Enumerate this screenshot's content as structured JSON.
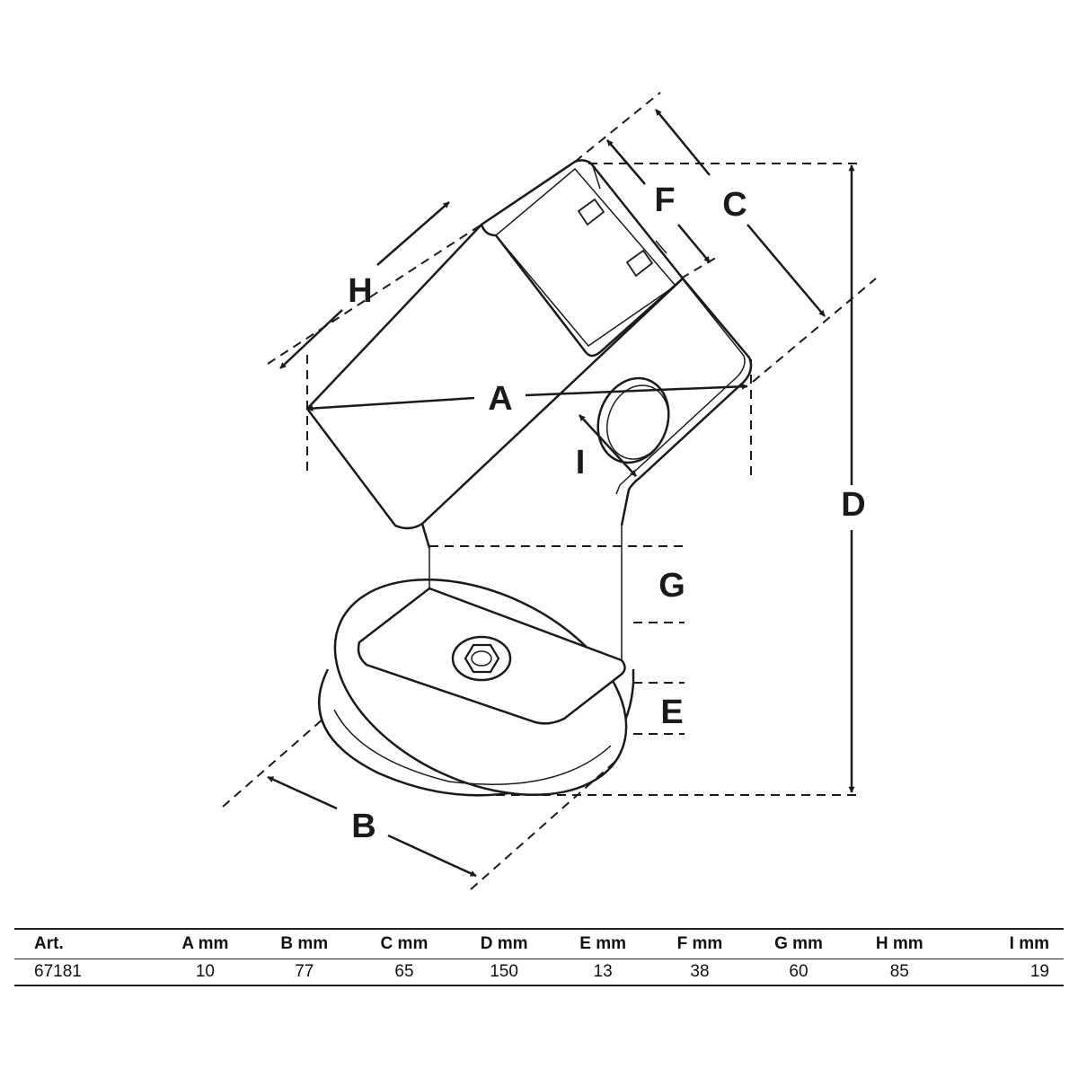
{
  "diagram": {
    "dimension_labels": {
      "a": "A",
      "b": "B",
      "c": "C",
      "d": "D",
      "e": "E",
      "f": "F",
      "g": "G",
      "h": "H",
      "i": "I"
    }
  },
  "spec_table": {
    "headers": [
      "Art.",
      "A   mm",
      "B   mm",
      "C   mm",
      "D   mm",
      "E   mm",
      "F   mm",
      "G   mm",
      "H   mm",
      "I   mm"
    ],
    "rows": [
      [
        "67181",
        "10",
        "77",
        "65",
        "150",
        "13",
        "38",
        "60",
        "85",
        "19"
      ]
    ]
  }
}
